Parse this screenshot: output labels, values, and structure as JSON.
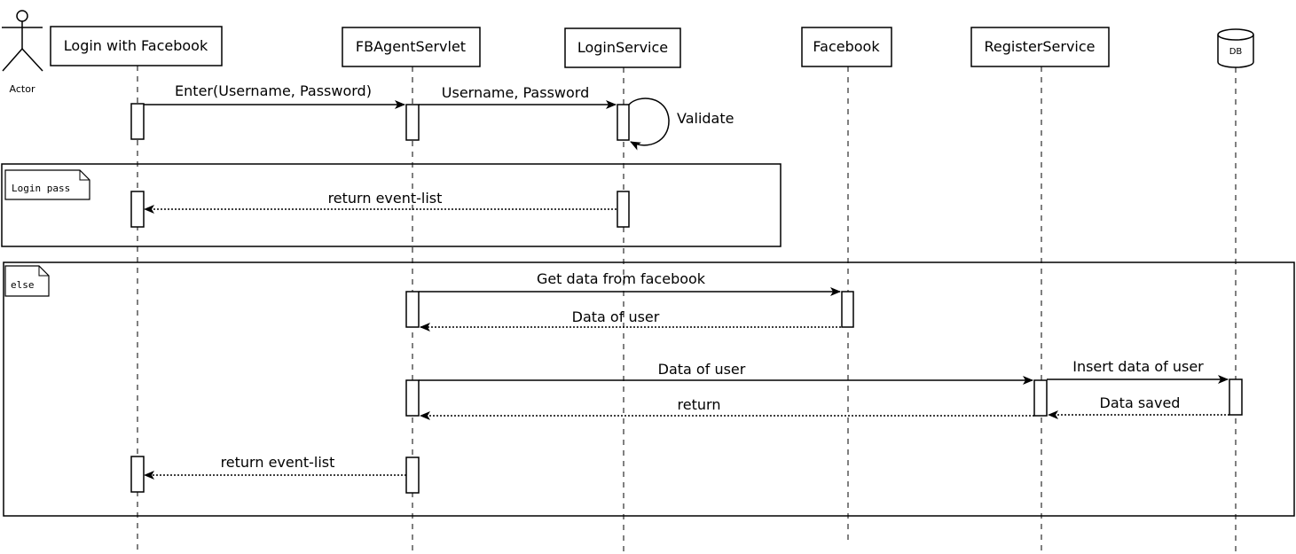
{
  "actor": {
    "label": "Actor"
  },
  "participants": {
    "login_fb": "Login with Facebook",
    "fbagent": "FBAgentServlet",
    "loginservice": "LoginService",
    "facebook": "Facebook",
    "registerservice": "RegisterService",
    "db": "DB"
  },
  "fragments": {
    "login_pass": "Login pass",
    "else": "else"
  },
  "messages": {
    "enter_credentials": "Enter(Username, Password)",
    "username_password": "Username, Password",
    "validate": "Validate",
    "return_event_list_1": "return event-list",
    "get_data_from_facebook": "Get data from facebook",
    "data_of_user_reply": "Data of user",
    "data_of_user_register": "Data of user",
    "insert_data_of_user": "Insert data of user",
    "return_register": "return",
    "data_saved": "Data saved",
    "return_event_list_2": "return event-list"
  }
}
